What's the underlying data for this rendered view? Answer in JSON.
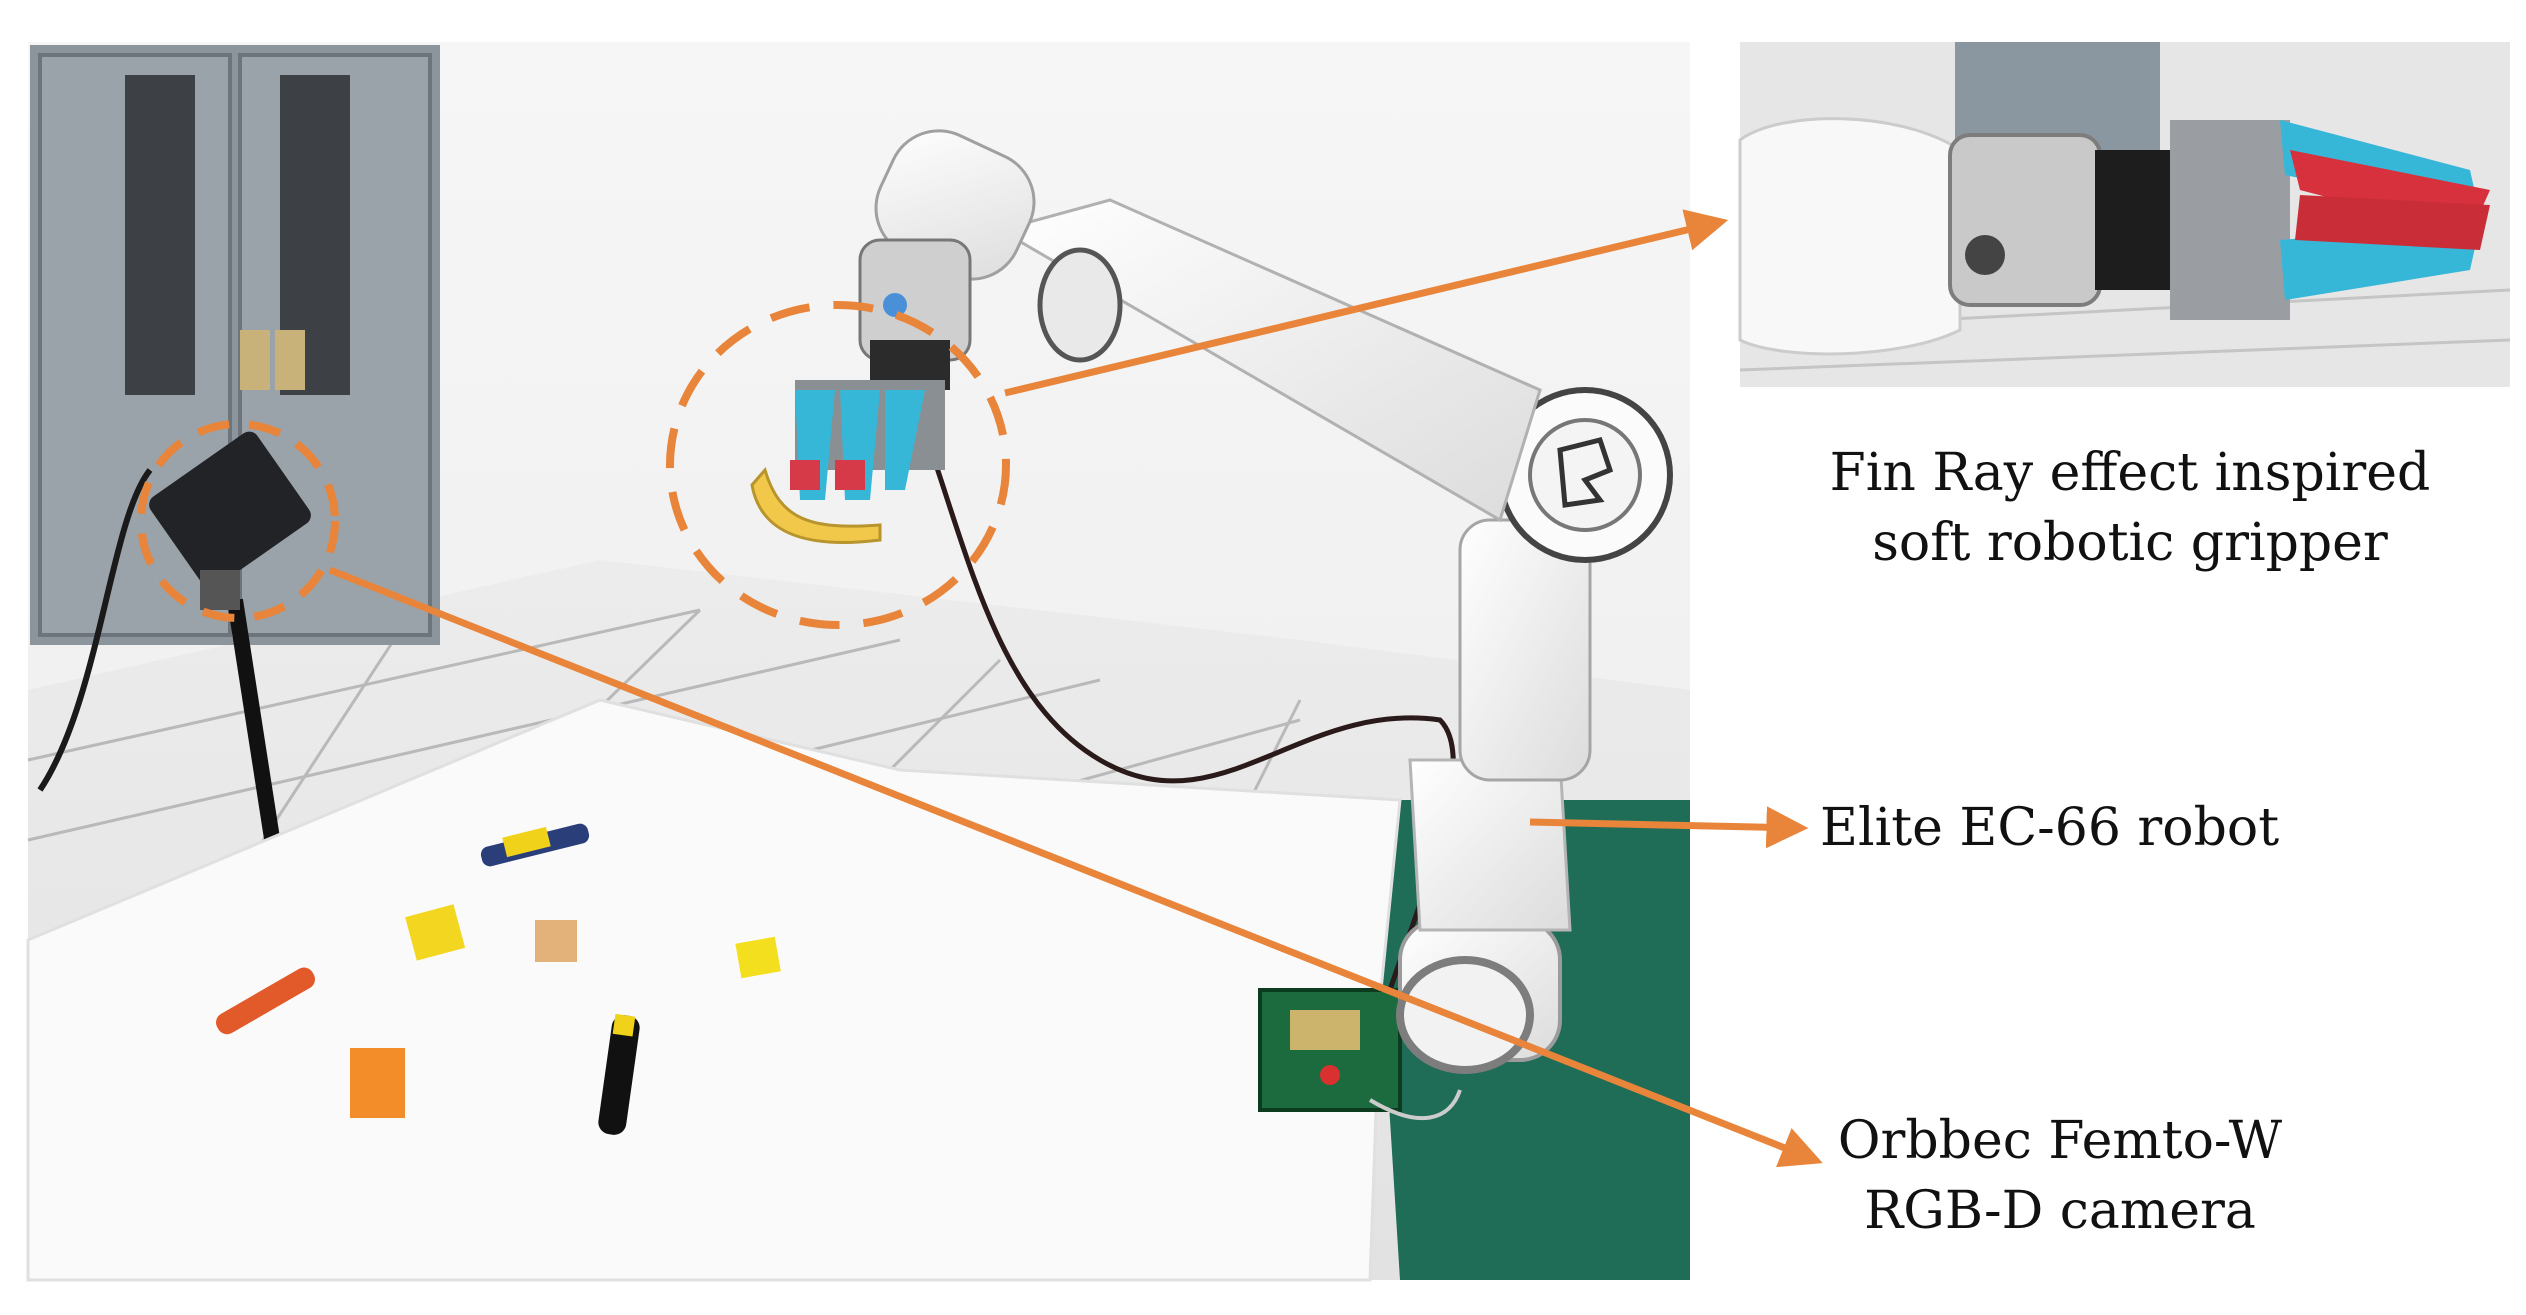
{
  "labels": {
    "gripper_line1": "Fin Ray effect inspired",
    "gripper_line2": "soft robotic gripper",
    "robot": "Elite EC-66 robot",
    "camera_line1": "Orbbec Femto-W",
    "camera_line2": "RGB-D camera"
  },
  "colors": {
    "annotation": "#e8853a"
  }
}
